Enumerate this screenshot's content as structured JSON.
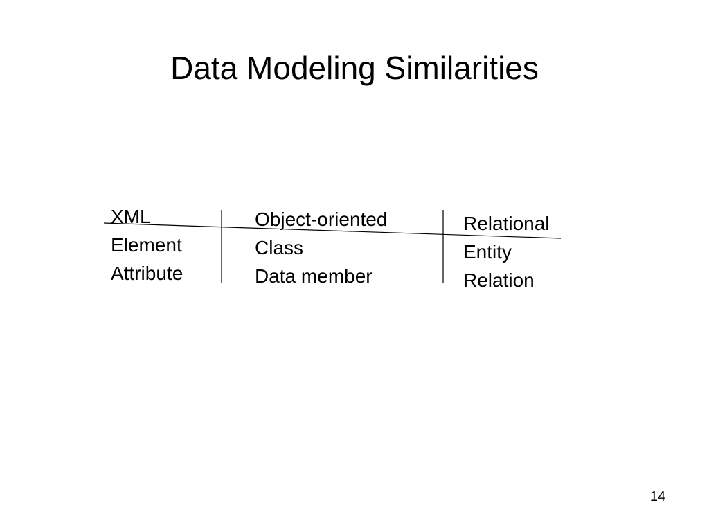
{
  "slide": {
    "title": "Data Modeling Similarities",
    "columns": [
      {
        "heading": "XML",
        "items": [
          "Element",
          "Attribute"
        ]
      },
      {
        "heading": "Object-oriented",
        "items": [
          "Class",
          "Data member"
        ]
      },
      {
        "heading": "Relational",
        "items": [
          "Entity",
          "Relation"
        ]
      }
    ],
    "page_number": "14"
  }
}
